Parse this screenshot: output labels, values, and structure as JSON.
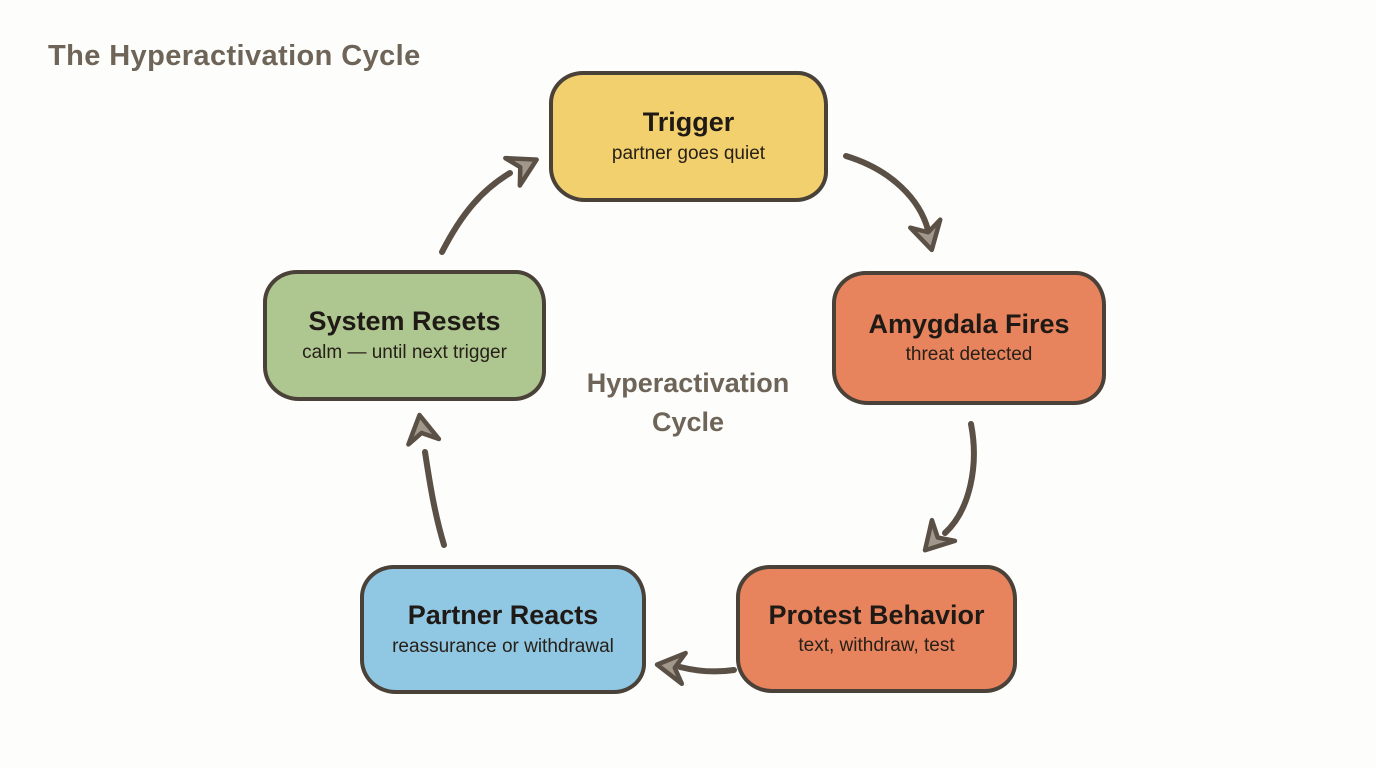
{
  "page": {
    "title": "The Hyperactivation Cycle",
    "background": "#fdfdfc",
    "title_color": "#6e6457"
  },
  "center_label": {
    "line1": "Hyperactivation",
    "line2": "Cycle"
  },
  "nodes": [
    {
      "id": "trigger",
      "title": "Trigger",
      "subtitle": "partner goes quiet",
      "fill": "#f2d06e"
    },
    {
      "id": "amygdala-fires",
      "title": "Amygdala Fires",
      "subtitle": "threat detected",
      "fill": "#e8845d"
    },
    {
      "id": "protest-behavior",
      "title": "Protest Behavior",
      "subtitle": "text, withdraw, test",
      "fill": "#e8845d"
    },
    {
      "id": "partner-reacts",
      "title": "Partner Reacts",
      "subtitle": "reassurance or withdrawal",
      "fill": "#90c7e3"
    },
    {
      "id": "system-resets",
      "title": "System Resets",
      "subtitle": "calm — until next trigger",
      "fill": "#aec791"
    }
  ],
  "connections": [
    {
      "from": "trigger",
      "to": "amygdala-fires"
    },
    {
      "from": "amygdala-fires",
      "to": "protest-behavior"
    },
    {
      "from": "protest-behavior",
      "to": "partner-reacts"
    },
    {
      "from": "partner-reacts",
      "to": "system-resets"
    },
    {
      "from": "system-resets",
      "to": "trigger"
    }
  ],
  "style": {
    "node_border_color": "#4a4138",
    "node_text_color": "#1f1a15",
    "arrow_color": "#5a5045",
    "arrowhead_fill": "#a2978b"
  }
}
